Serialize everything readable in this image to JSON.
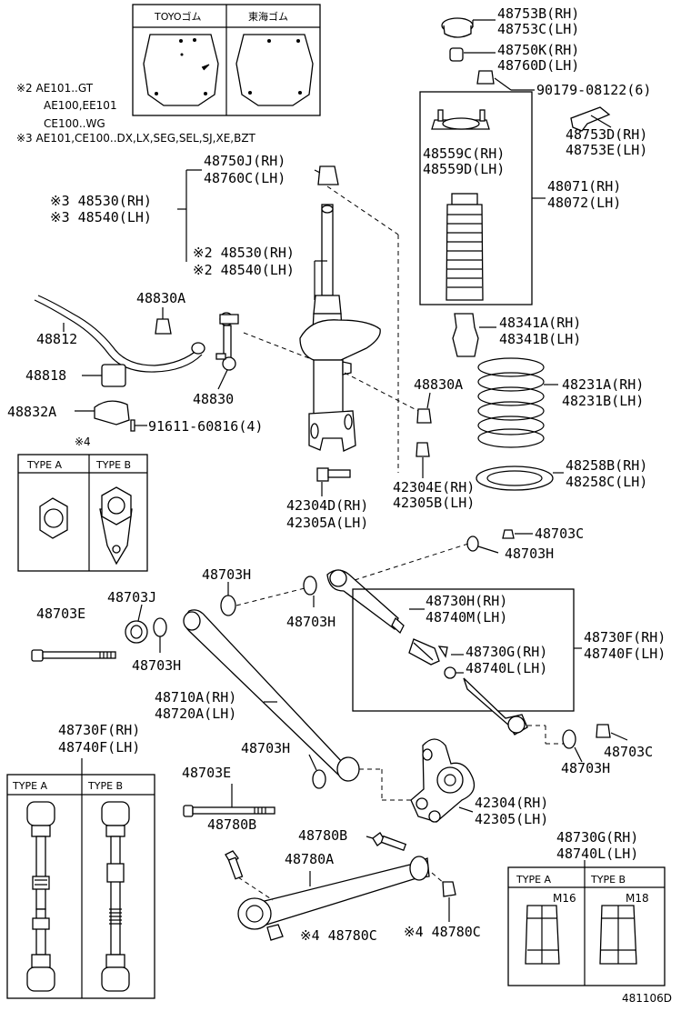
{
  "notes": {
    "note2_line1": "※2 AE101..GT",
    "note2_line2": "AE100,EE101",
    "note2_line3": "CE100..WG",
    "note3": "※3 AE101,CE100..DX,LX,SEG,SEL,SJ,XE,BZT",
    "note4": "※4"
  },
  "inset_gom": {
    "left": "TOYOゴム",
    "right": "東海ゴム"
  },
  "type_labels": {
    "a": "TYPE A",
    "b": "TYPE B"
  },
  "mark_labels": {
    "m16": "M16",
    "m18": "M18"
  },
  "drawing_number": "481106D",
  "parts": {
    "p48753B": "48753B(RH)",
    "p48753C": "48753C(LH)",
    "p48750K": "48750K(RH)",
    "p48760D": "48760D(LH)",
    "p90179": "90179-08122(6)",
    "p48753D": "48753D(RH)",
    "p48753E": "48753E(LH)",
    "p48559C": "48559C(RH)",
    "p48559D": "48559D(LH)",
    "p48071": "48071(RH)",
    "p48072": "48072(LH)",
    "p48750J": "48750J(RH)",
    "p48760C": "48760C(LH)",
    "p48530_3": "※3 48530(RH)",
    "p48540_3": "※3 48540(LH)",
    "p48530_2": "※2 48530(RH)",
    "p48540_2": "※2 48540(LH)",
    "p48830A_1": "48830A",
    "p48812": "48812",
    "p48818": "48818",
    "p48832A": "48832A",
    "p48830": "48830",
    "p91611": "91611-60816(4)",
    "p48341A": "48341A(RH)",
    "p48341B": "48341B(LH)",
    "p48830A_2": "48830A",
    "p48231A": "48231A(RH)",
    "p48231B": "48231B(LH)",
    "p42304E": "42304E(RH)",
    "p42305B": "42305B(LH)",
    "p48258B": "48258B(RH)",
    "p48258C": "48258C(LH)",
    "p42304D": "42304D(RH)",
    "p42305A": "42305A(LH)",
    "p48703C_1": "48703C",
    "p48703H_1": "48703H",
    "p48703H_2": "48703H",
    "p48703J": "48703J",
    "p48703E_1": "48703E",
    "p48703H_3": "48703H",
    "p48703H_4": "48703H",
    "p48730H": "48730H(RH)",
    "p48740M": "48740M(LH)",
    "p48730F_1": "48730F(RH)",
    "p48740F_1": "48740F(LH)",
    "p48730G_1": "48730G(RH)",
    "p48740L_1": "48740L(LH)",
    "p48710A": "48710A(RH)",
    "p48720A": "48720A(LH)",
    "p48730F_2": "48730F(RH)",
    "p48740F_2": "48740F(LH)",
    "p48703H_5": "48703H",
    "p48703E_2": "48703E",
    "p48703C_2": "48703C",
    "p48703H_6": "48703H",
    "p42304": "42304(RH)",
    "p42305": "42305(LH)",
    "p48780B_1": "48780B",
    "p48780B_2": "48780B",
    "p48780A": "48780A",
    "p48730G_2": "48730G(RH)",
    "p48740L_2": "48740L(LH)",
    "p48780C_1": "※4 48780C",
    "p48780C_2": "※4 48780C"
  }
}
